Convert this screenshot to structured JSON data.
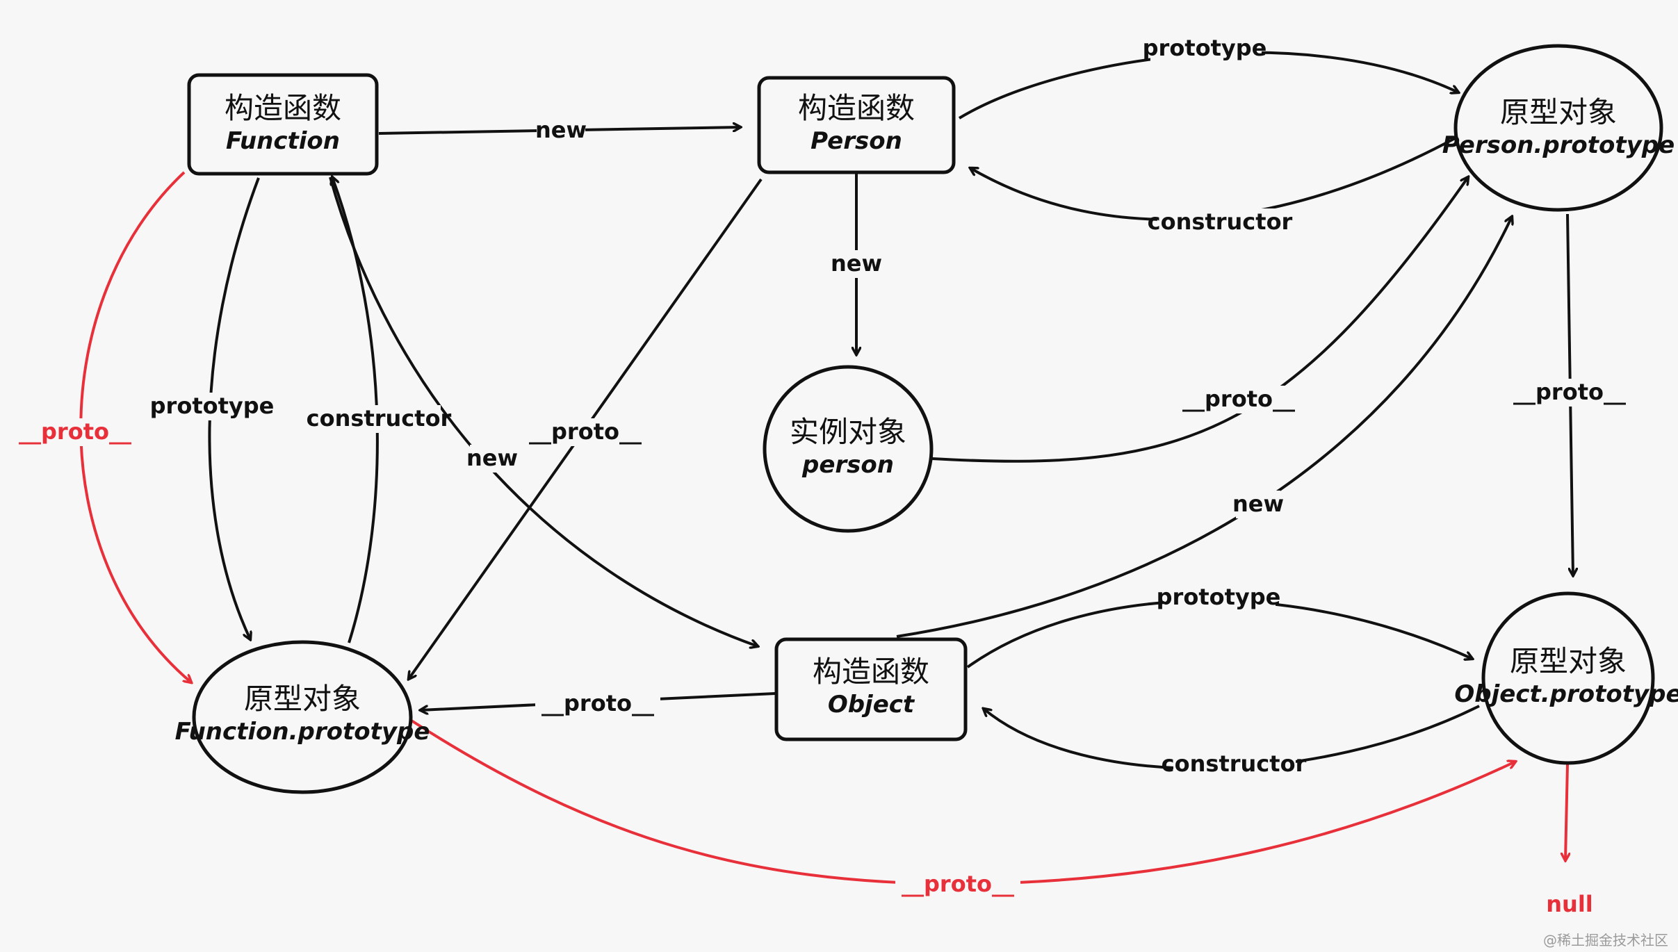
{
  "nodes": {
    "function_ctor": {
      "cn": "构造函数",
      "en": "Function"
    },
    "person_ctor": {
      "cn": "构造函数",
      "en": "Person"
    },
    "object_ctor": {
      "cn": "构造函数",
      "en": "Object"
    },
    "person_proto": {
      "cn": "原型对象",
      "en": "Person.prototype"
    },
    "object_proto": {
      "cn": "原型对象",
      "en": "Object.prototype"
    },
    "function_proto": {
      "cn": "原型对象",
      "en": "Function.prototype"
    },
    "person_instance": {
      "cn": "实例对象",
      "en": "person"
    }
  },
  "edges": {
    "function_new_person": "new",
    "person_prototype": "prototype",
    "person_constructor": "constructor",
    "person_new_instance": "new",
    "instance_proto": "__proto__",
    "person_proto_proto": "__proto__",
    "function_proto_red": "__proto__",
    "function_prototype": "prototype",
    "function_constructor": "constructor",
    "function_new_object": "new",
    "person_ctor_proto": "__proto__",
    "object_new_person_proto": "new",
    "object_prototype": "prototype",
    "object_constructor": "constructor",
    "object_ctor_proto": "__proto__",
    "function_proto_to_object_proto": "__proto__",
    "object_proto_null": "null"
  },
  "colors": {
    "ink": "#111111",
    "red": "#e8303a",
    "background": "#f7f7f7"
  },
  "watermark": "@稀土掘金技术社区"
}
